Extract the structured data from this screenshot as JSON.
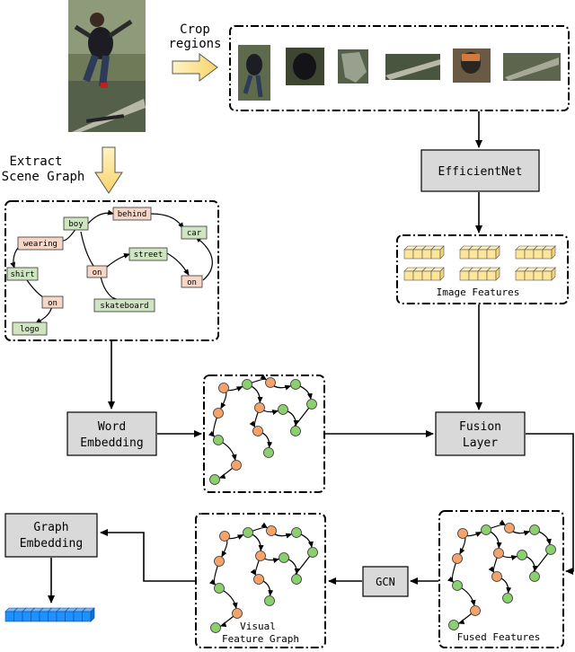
{
  "labels": {
    "crop_regions_line1": "Crop",
    "crop_regions_line2": "regions",
    "extract_line1": "Extract",
    "extract_line2": "Scene Graph",
    "efficientnet": "EfficientNet",
    "image_features": "Image Features",
    "word_embedding_line1": "Word",
    "word_embedding_line2": "Embedding",
    "fusion_layer_line1": "Fusion",
    "fusion_layer_line2": "Layer",
    "graph_embedding_line1": "Graph",
    "graph_embedding_line2": "Embedding",
    "gcn": "GCN",
    "visual_feature_graph_line1": "Visual",
    "visual_feature_graph_line2": "Feature Graph",
    "fused_features": "Fused Features"
  },
  "scene_graph": {
    "nodes": {
      "boy": "boy",
      "behind": "behind",
      "car": "car",
      "wearing": "wearing",
      "street": "street",
      "shirt": "shirt",
      "on1": "on",
      "on2": "on",
      "on3": "on",
      "skateboard": "skateboard",
      "logo": "logo"
    }
  },
  "colors": {
    "object_node": "#cfe5c2",
    "relation_node": "#f6d6c6",
    "box_fill": "#d9d9d9",
    "arrow_fill": "#fde69a",
    "graph_green": "#8ccf6e",
    "graph_orange": "#f4a46a",
    "embedding_blue": "#1e90ff"
  }
}
